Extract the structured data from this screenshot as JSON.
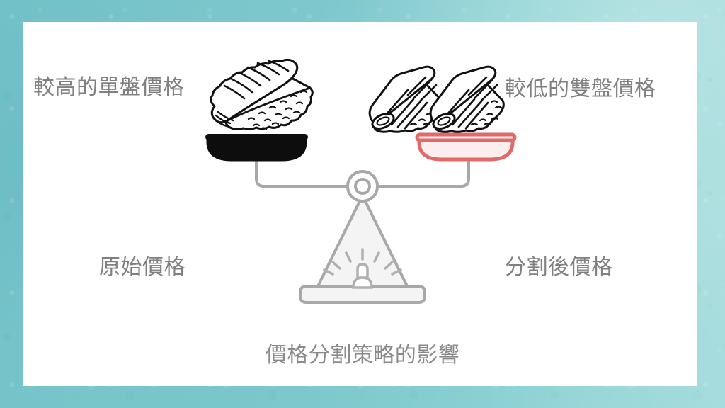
{
  "background": {
    "color": "#79c6cc",
    "texture": "mottled-watercolor-teal",
    "card_color": "#ffffff"
  },
  "labels": {
    "left_top": "較高的單盤價格",
    "right_top": "較低的雙盤價格",
    "left_bottom": "原始價格",
    "right_bottom": "分割後價格",
    "caption": "價格分割策略的影響",
    "text_color": "#808080",
    "caption_color": "#8a8a8a"
  },
  "illustration": {
    "name": "balance-scale",
    "beam_color": "#a8a8a8",
    "fulcrum_color": "#a8a8a8",
    "fulcrum_fill": "#f2f2f2",
    "left_pan": {
      "name": "left-scale-pan",
      "fill": "#0d0d0d",
      "stroke": "#0d0d0d",
      "contents": "shrimp-nigiri-sushi",
      "item_count": 1
    },
    "right_pan": {
      "name": "right-scale-pan",
      "fill": "#fdeeee",
      "stroke": "#e06a6a",
      "contents": "shrimp-nigiri-sushi",
      "item_count": 2
    },
    "lamp": {
      "name": "lamp-icon",
      "color": "#b0b0b0"
    }
  }
}
